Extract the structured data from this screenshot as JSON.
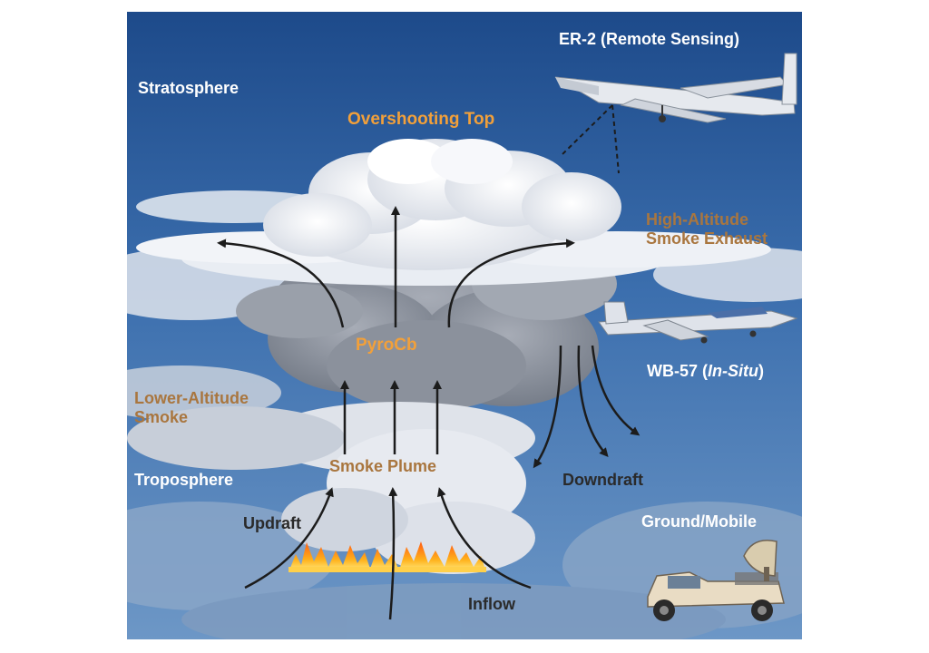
{
  "labels": {
    "er2_name": "ER-2 (Remote Sensing)",
    "stratosphere": "Stratosphere",
    "overshooting_top": "Overshooting Top",
    "high_alt_line1": "High-Altitude",
    "high_alt_line2": "Smoke Exhaust",
    "pyrocb": "PyroCb",
    "wb57_prefix": "WB-57 (",
    "wb57_italic": "In-Situ",
    "wb57_suffix": ")",
    "lower_alt_line1": "Lower-Altitude",
    "lower_alt_line2": "Smoke",
    "troposphere": "Troposphere",
    "smoke_plume": "Smoke Plume",
    "downdraft": "Downdraft",
    "updraft": "Updraft",
    "ground_mobile": "Ground/Mobile",
    "inflow": "Inflow"
  },
  "colors": {
    "sky_top": "#1f4e8f",
    "sky_bottom": "#5e8fc4",
    "cloud": "#eef1f6",
    "smoke_gray": "#8d94a0",
    "fire": "#f29a1b",
    "arrow": "#1c1c1c",
    "label_orange": "#f2a03a",
    "label_brown": "#a9763f"
  }
}
